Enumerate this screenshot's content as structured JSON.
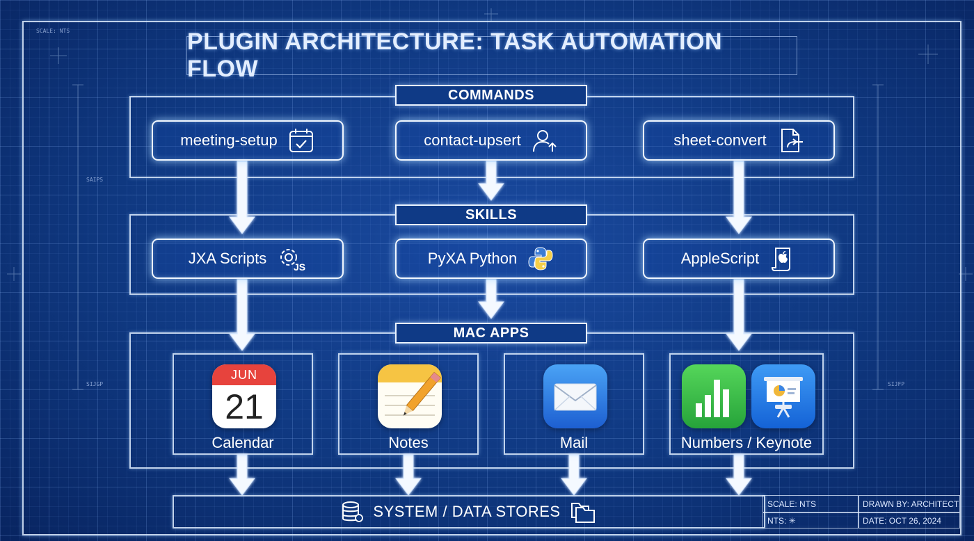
{
  "title": "PLUGIN ARCHITECTURE: TASK AUTOMATION FLOW",
  "corner_note": "SCALE: NTS",
  "margin_notes": [
    "SAIPS",
    "SIJGP",
    "SIJFP"
  ],
  "sections": {
    "commands": "COMMANDS",
    "skills": "SKILLS",
    "mac_apps": "MAC APPS"
  },
  "commands": [
    {
      "label": "meeting-setup",
      "icon": "calendar-check-icon"
    },
    {
      "label": "contact-upsert",
      "icon": "user-add-icon"
    },
    {
      "label": "sheet-convert",
      "icon": "file-export-icon"
    }
  ],
  "skills": [
    {
      "label": "JXA Scripts",
      "icon": "gear-js-icon"
    },
    {
      "label": "PyXA Python",
      "icon": "python-icon"
    },
    {
      "label": "AppleScript",
      "icon": "applescript-scroll-icon"
    }
  ],
  "apps": [
    {
      "label": "Calendar",
      "icon": "calendar-app-icon",
      "month": "JUN",
      "day": "21"
    },
    {
      "label": "Notes",
      "icon": "notes-app-icon"
    },
    {
      "label": "Mail",
      "icon": "mail-app-icon"
    },
    {
      "label": "Numbers / Keynote",
      "icon": "numbers-keynote-app-icon"
    }
  ],
  "data_stores": {
    "label": "SYSTEM / DATA STORES",
    "icons": [
      "database-icon",
      "folders-icon"
    ]
  },
  "title_block": {
    "scale": "SCALE: NTS",
    "drawn_by": "DRAWN BY: ARCHITECT",
    "nts": "NTS: ✳",
    "date": "DATE: OCT 26, 2024"
  },
  "colors": {
    "background": "#0f3880",
    "line": "#eaf3ff",
    "calendar_red": "#e7433d",
    "notes_yellow": "#f6c443",
    "numbers_green": "#34b845",
    "keynote_blue": "#2a7ee8"
  }
}
